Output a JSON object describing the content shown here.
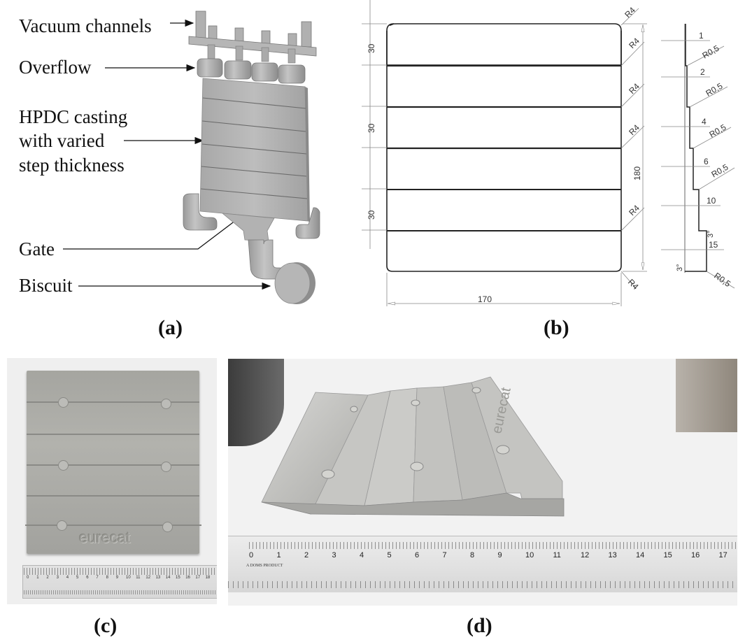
{
  "figure": {
    "panels": [
      {
        "id": "a",
        "label": "(a)",
        "description": "3D CAD model of HPDC casting with feeding system"
      },
      {
        "id": "b",
        "label": "(b)",
        "description": "Technical drawing with dimensions"
      },
      {
        "id": "c",
        "label": "(c)",
        "description": "Photograph of cast part, top view, with ruler"
      },
      {
        "id": "d",
        "label": "(d)",
        "description": "Photograph of cast part, side view, with ruler"
      }
    ]
  },
  "panel_a": {
    "callouts": [
      {
        "id": "vacuum-channels",
        "text": "Vacuum channels"
      },
      {
        "id": "overflow",
        "text": "Overflow"
      },
      {
        "id": "casting",
        "lines": [
          "HPDC casting",
          "with varied",
          "step thickness"
        ]
      },
      {
        "id": "gate",
        "text": "Gate"
      },
      {
        "id": "biscuit",
        "text": "Biscuit"
      }
    ],
    "colors": {
      "part_fill": "#b4b4b4",
      "part_shadow": "#8a8a8a",
      "part_light": "#d2d2d2"
    }
  },
  "panel_b": {
    "front_view": {
      "step_heights": [
        "30",
        "30",
        "30"
      ],
      "overall_height": "180",
      "overall_width": "170",
      "radius_labels": [
        "R4",
        "R4",
        "R4",
        "R4",
        "R4",
        "R4"
      ]
    },
    "side_view": {
      "thicknesses": [
        "1",
        "2",
        "4",
        "6",
        "10",
        "15"
      ],
      "radii": [
        "R0,5",
        "R0,5",
        "R0,5",
        "R0,5",
        "R0,5"
      ],
      "angles": [
        "3°",
        "3°"
      ]
    }
  },
  "panel_c": {
    "embossed_text": "eurecat",
    "ruler_numbers": [
      "0",
      "1",
      "2",
      "3",
      "4",
      "5",
      "6",
      "7",
      "8",
      "9",
      "10",
      "11",
      "12",
      "13",
      "14",
      "15",
      "16",
      "17",
      "18"
    ]
  },
  "panel_d": {
    "embossed_text": "eurecat",
    "ruler_brand": "A DOMS PRODUCT",
    "ruler_numbers": [
      "0",
      "1",
      "2",
      "3",
      "4",
      "5",
      "6",
      "7",
      "8",
      "9",
      "10",
      "11",
      "12",
      "13",
      "14",
      "15",
      "16",
      "17"
    ]
  }
}
